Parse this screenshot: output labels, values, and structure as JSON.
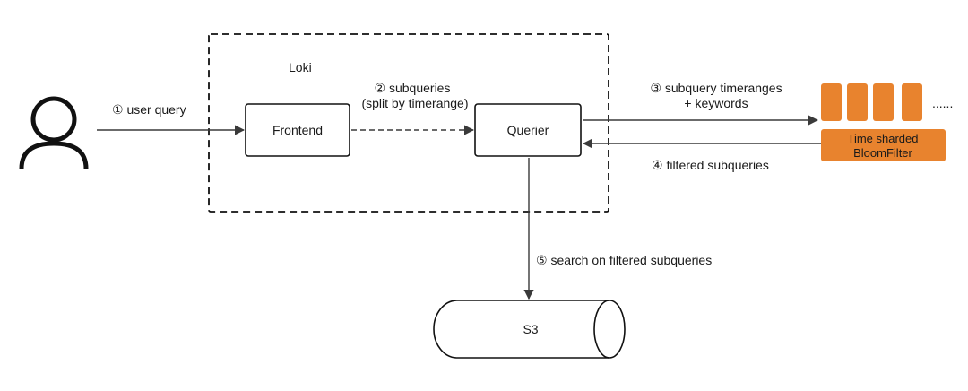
{
  "system": {
    "group_label": "Loki",
    "frontend_label": "Frontend",
    "querier_label": "Querier",
    "storage_label": "S3",
    "bloom_label_line1": "Time sharded",
    "bloom_label_line2": "BloomFilter",
    "bloom_ellipsis": "......"
  },
  "steps": {
    "user_query": "① user query",
    "subqueries_line1": "② subqueries",
    "subqueries_line2": "(split by timerange)",
    "timeranges_line1": "③ subquery timeranges",
    "timeranges_line2": "+ keywords",
    "filtered": "④ filtered subqueries",
    "search": "⑤ search on filtered subqueries"
  },
  "colors": {
    "bloom_orange": "#E8832E",
    "line": "#3a3a3a"
  },
  "icons": {
    "user": "user-icon",
    "database": "cylinder-storage-icon"
  }
}
